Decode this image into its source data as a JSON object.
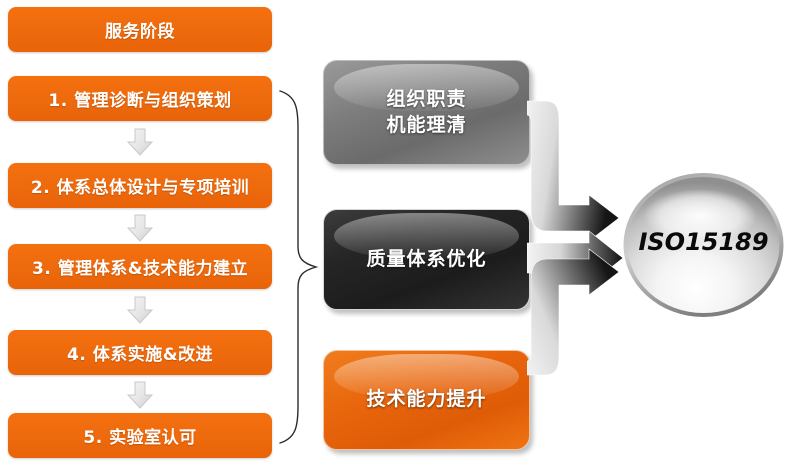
{
  "diagram": {
    "title_box": {
      "label": "服务阶段"
    },
    "stages": [
      {
        "label": "1. 管理诊断与组织策划"
      },
      {
        "label": "2. 体系总体设计与专项培训"
      },
      {
        "label": "3. 管理体系&技术能力建立"
      },
      {
        "label": "4. 体系实施&改进"
      },
      {
        "label": "5. 实验室认可"
      }
    ],
    "outcomes": [
      {
        "label": "组织职责\n机能理清",
        "line1": "组织职责",
        "line2": "机能理清",
        "style": "grey"
      },
      {
        "label": "质量体系优化",
        "line1": "质量体系优化",
        "line2": "",
        "style": "dark"
      },
      {
        "label": "技术能力提升",
        "line1": "技术能力提升",
        "line2": "",
        "style": "orange"
      }
    ],
    "result": {
      "label": "ISO15189"
    },
    "colors": {
      "orange": "#ed6a0d",
      "grey": "#7d7d7d",
      "dark": "#262626",
      "arrow_light": "#e8e8e8",
      "arrow_dark": "#1a1a1a",
      "text_light": "#ffffff",
      "background": "#ffffff"
    },
    "icons": {
      "stage_connector": "down-arrow-icon",
      "grouping": "curly-brace-icon",
      "flow": "block-arrow-icon"
    }
  }
}
